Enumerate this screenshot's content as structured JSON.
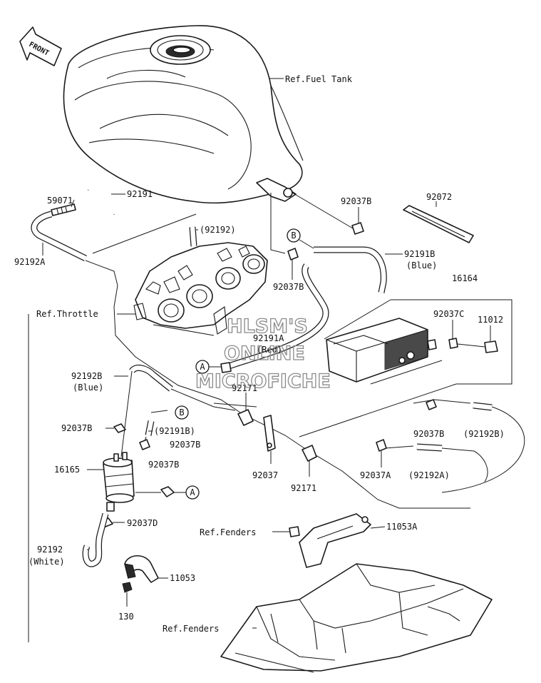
{
  "labels": {
    "front": "FRONT",
    "fuel_tank": "Ref.Fuel Tank",
    "throttle": "Ref.Throttle",
    "fenders_1": "Ref.Fenders",
    "fenders_2": "Ref.Fenders",
    "p59071": "59071",
    "p92191": "92191",
    "p92192_paren": "(92192)",
    "p92192A": "92192A",
    "p92037B_1": "92037B",
    "p92072": "92072",
    "p92191B": "92191B",
    "blue_1": "(Blue)",
    "p92037B_2": "92037B",
    "p16164": "16164",
    "p92037C": "92037C",
    "p11012": "11012",
    "p92191A": "92191A",
    "red": "(Red)",
    "p92192B": "92192B",
    "blue_2": "(Blue)",
    "p92171_1": "92171",
    "p92037B_3": "92037B",
    "p92191B_paren": "(92191B)",
    "p92037B_4": "92037B",
    "p92037B_5": "92037B",
    "p92192B_paren": "(92192B)",
    "p16165": "16165",
    "p92037B_6": "92037B",
    "p92037": "92037",
    "p92037A": "92037A",
    "p92192A_paren": "(92192A)",
    "p92171_2": "92171",
    "p92037D": "92037D",
    "p11053A": "11053A",
    "p92192": "92192",
    "white": "(White)",
    "p11053": "11053",
    "p130": "130"
  },
  "connectors": {
    "a1": "A",
    "a2": "A",
    "b1": "B",
    "b2": "B"
  },
  "watermark": {
    "line1": "HLSM'S",
    "line2": "ONLINE",
    "line3": "MICROFICHE"
  }
}
